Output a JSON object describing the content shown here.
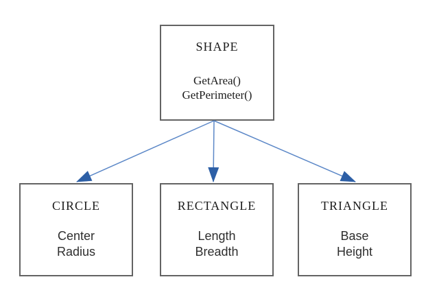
{
  "diagram": {
    "root": {
      "title": "SHAPE",
      "methods": [
        "GetArea()",
        "GetPerimeter()"
      ]
    },
    "children": [
      {
        "title": "CIRCLE",
        "attributes": [
          "Center",
          "Radius"
        ]
      },
      {
        "title": "RECTANGLE",
        "attributes": [
          "Length",
          "Breadth"
        ]
      },
      {
        "title": "TRIANGLE",
        "attributes": [
          "Base",
          "Height"
        ]
      }
    ],
    "colors": {
      "arrow_line": "#5b87c7",
      "arrow_head": "#2d5fa6",
      "box_border": "#636363"
    }
  }
}
